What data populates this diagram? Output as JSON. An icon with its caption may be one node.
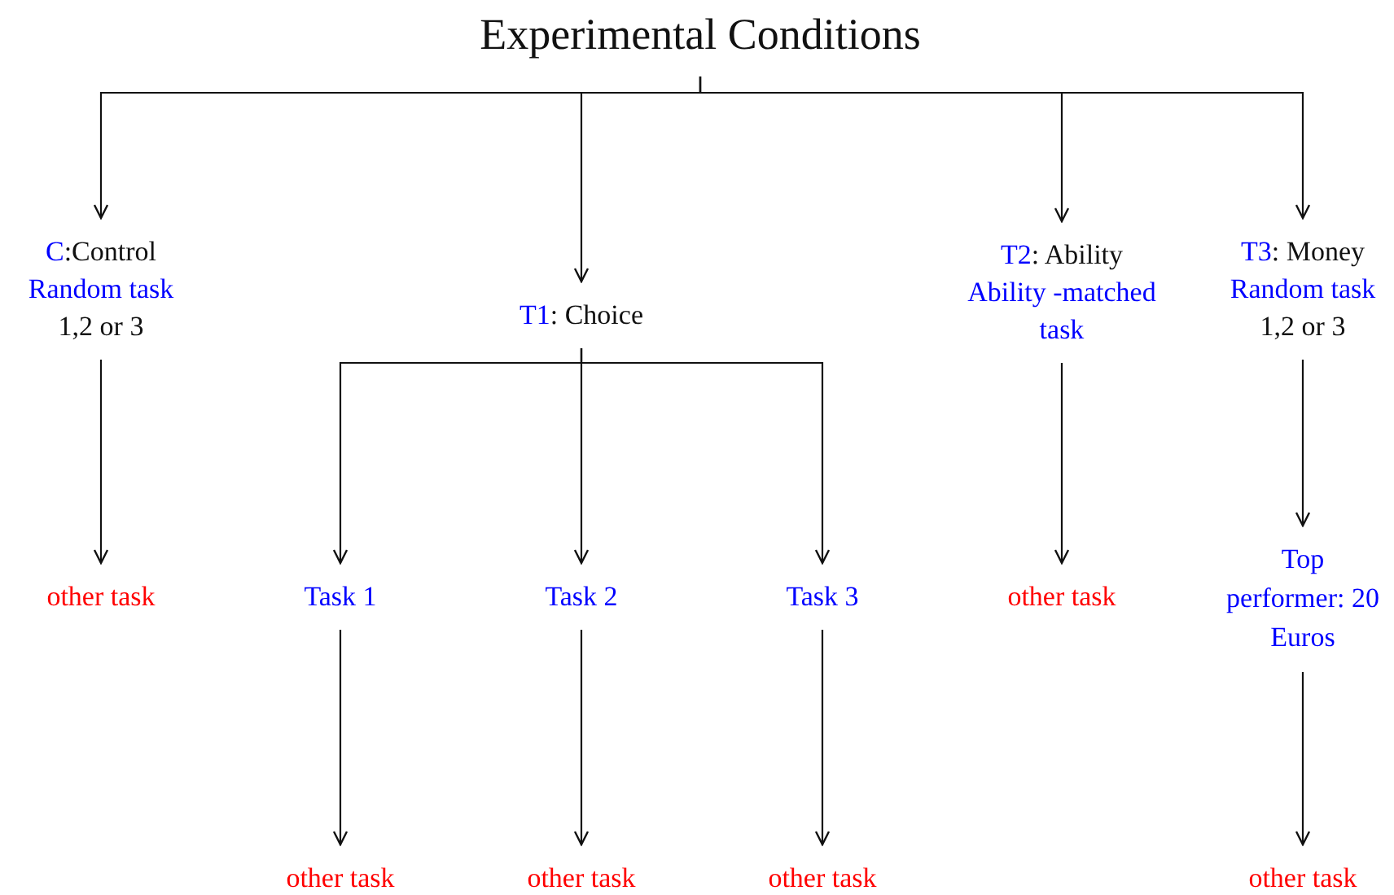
{
  "diagram": {
    "nodes": [
      {
        "text": [
          "Experimental Conditions"
        ]
      },
      {
        "text": [
          "C",
          ":Control",
          "Random task",
          "1,2 or 3"
        ]
      },
      {
        "text": [
          "T1",
          ": Choice"
        ]
      },
      {
        "text": [
          "T2",
          ": Ability",
          "Ability -matched task"
        ]
      },
      {
        "text": [
          "T3",
          ": Money",
          "Random task",
          "1,2 or 3"
        ]
      },
      {
        "text": [
          "other task"
        ]
      },
      {
        "text": [
          "Task 1"
        ]
      },
      {
        "text": [
          "Task 2"
        ]
      },
      {
        "text": [
          "Task 3"
        ]
      },
      {
        "text": [
          "other task"
        ]
      },
      {
        "text": [
          "Top performer: 20 Euros"
        ]
      },
      {
        "text": [
          "other task"
        ]
      },
      {
        "text": [
          "other task"
        ]
      },
      {
        "text": [
          "other task"
        ]
      },
      {
        "text": [
          "other task"
        ]
      }
    ],
    "edges": [
      {
        "from": 0,
        "to": 1,
        "arrow": "to"
      },
      {
        "from": 0,
        "to": 2,
        "arrow": "to"
      },
      {
        "from": 0,
        "to": 3,
        "arrow": "to"
      },
      {
        "from": 0,
        "to": 4,
        "arrow": "to"
      },
      {
        "from": 1,
        "to": 5,
        "arrow": "to"
      },
      {
        "from": 2,
        "to": 6,
        "arrow": "to"
      },
      {
        "from": 2,
        "to": 7,
        "arrow": "to"
      },
      {
        "from": 2,
        "to": 8,
        "arrow": "to"
      },
      {
        "from": 3,
        "to": 9,
        "arrow": "to"
      },
      {
        "from": 4,
        "to": 10,
        "arrow": "to"
      },
      {
        "from": 6,
        "to": 11,
        "arrow": "to"
      },
      {
        "from": 7,
        "to": 12,
        "arrow": "to"
      },
      {
        "from": 8,
        "to": 13,
        "arrow": "to"
      },
      {
        "from": 10,
        "to": 14,
        "arrow": "to"
      }
    ]
  }
}
